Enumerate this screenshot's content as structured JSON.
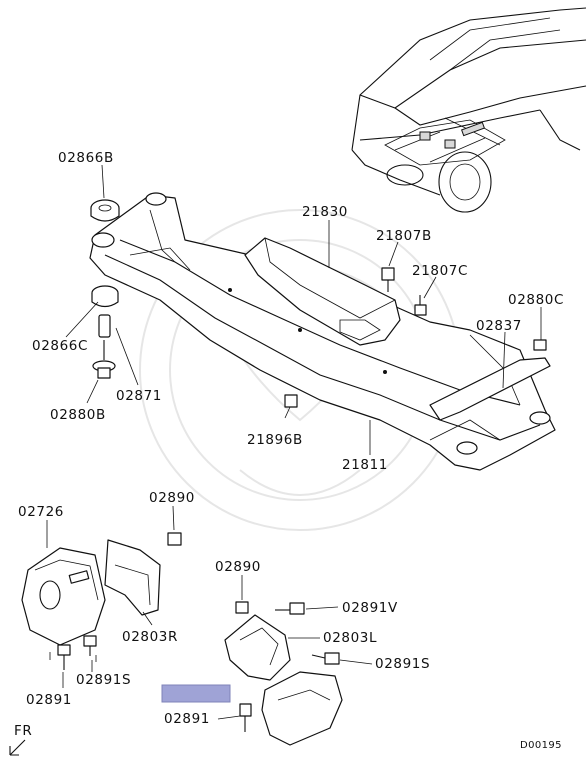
{
  "labels": {
    "l_02866B": "02866B",
    "l_21830": "21830",
    "l_21807B": "21807B",
    "l_21807C": "21807C",
    "l_02880C": "02880C",
    "l_02866C": "02866C",
    "l_02837": "02837",
    "l_02871": "02871",
    "l_02880B": "02880B",
    "l_21896B": "21896B",
    "l_21811": "21811",
    "l_02890a": "02890",
    "l_02726": "02726",
    "l_02803R": "02803R",
    "l_02890b": "02890",
    "l_02891V": "02891V",
    "l_02803L": "02803L",
    "l_02891S_r": "02891S",
    "l_02891S_l": "02891S",
    "l_02891_l": "02891",
    "l_02891_r": "02891"
  },
  "front_indicator": "FR",
  "diagram_code": "D00195",
  "colors": {
    "ink": "#111111",
    "highlight": "#9fa3d6"
  }
}
